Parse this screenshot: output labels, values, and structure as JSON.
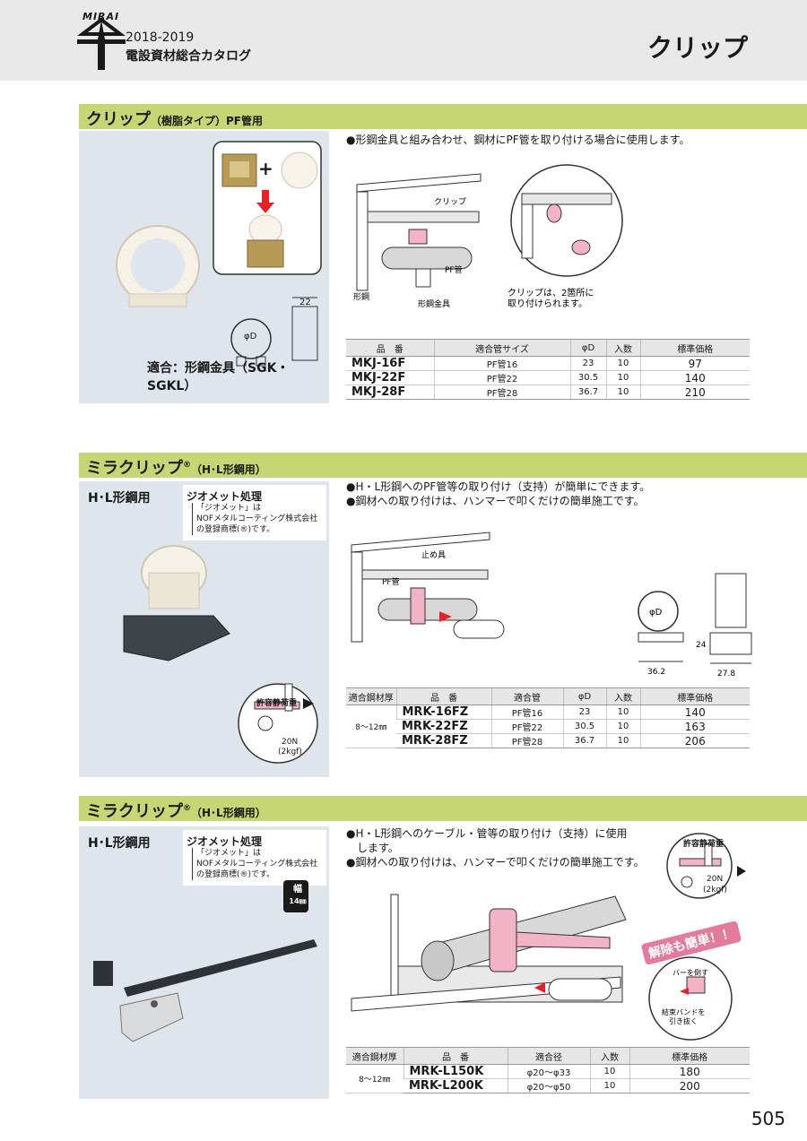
{
  "header": {
    "brand": "MIRAI",
    "year": "2018-2019",
    "catalog": "電設資材総合カタログ",
    "page_title": "クリップ"
  },
  "section1": {
    "title": "クリップ",
    "subtitle": "（樹脂タイプ）",
    "title_suffix": "PF管用",
    "bullet": "●形鋼金具と組み合わせ、鋼材にPF管を取り付ける場合に使用します。",
    "fit_note": "適合：形鋼金具（SGK・SGKL）",
    "diagram": {
      "label_clip": "クリップ",
      "label_pf": "PF管",
      "label_steel": "形鋼",
      "label_fitting": "形鋼金具",
      "note_line1": "クリップは、2箇所に",
      "note_line2": "取り付けられます。",
      "dim_22": "22",
      "phi_d": "φD",
      "plus": "+"
    },
    "table": {
      "headers": [
        "品　番",
        "適合管サイズ",
        "φD",
        "入数",
        "標準価格"
      ],
      "rows": [
        [
          "MKJ-16F",
          "PF管16",
          "23",
          "10",
          "97"
        ],
        [
          "MKJ-22F",
          "PF管22",
          "30.5",
          "10",
          "140"
        ],
        [
          "MKJ-28F",
          "PF管28",
          "36.7",
          "10",
          "210"
        ]
      ]
    }
  },
  "section2": {
    "title": "ミラクリップ",
    "reg": "®",
    "subtitle": "（H･L形鋼用）",
    "hl_label": "H･L形鋼用",
    "geo_title": "ジオメット処理",
    "geo_note_1": "「ジオメット」は",
    "geo_note_2": "NOFメタルコーティング株式会社",
    "geo_note_3": "の登録商標(®)です。",
    "bullet1": "●H・L形鋼へのPF管等の取り付け（支持）が簡単にできます。",
    "bullet2": "●鋼材への取り付けは、ハンマーで叩くだけの簡単施工です。",
    "load_title": "許容静荷重",
    "load_value": "20N",
    "load_kgf": "(2kgf)",
    "diagram": {
      "label_stopper": "止め具",
      "label_pf": "PF管",
      "phi_d": "φD",
      "dim_24": "24",
      "dim_36": "36.2",
      "dim_27": "27.8"
    },
    "table": {
      "headers": [
        "適合鋼材厚",
        "品　番",
        "適合管",
        "φD",
        "入数",
        "標準価格"
      ],
      "thickness": "8～12㎜",
      "rows": [
        [
          "MRK-16FZ",
          "PF管16",
          "23",
          "10",
          "140"
        ],
        [
          "MRK-22FZ",
          "PF管22",
          "30.5",
          "10",
          "163"
        ],
        [
          "MRK-28FZ",
          "PF管28",
          "36.7",
          "10",
          "206"
        ]
      ]
    }
  },
  "section3": {
    "title": "ミラクリップ",
    "reg": "®",
    "subtitle": "（H･L形鋼用）",
    "hl_label": "H･L形鋼用",
    "geo_title": "ジオメット処理",
    "geo_note_1": "「ジオメット」は",
    "geo_note_2": "NOFメタルコーティング株式会社",
    "geo_note_3": "の登録商標(®)です。",
    "width_label": "幅",
    "width_value": "14㎜",
    "bullet1a": "●H・L形鋼へのケーブル・管等の取り付け（支持）に使用",
    "bullet1b": "　します。",
    "bullet2": "●鋼材への取り付けは、ハンマーで叩くだけの簡単施工です。",
    "load_title": "許容静荷重",
    "load_value": "20N",
    "load_kgf": "(2kgf)",
    "release_badge": "解除も簡単！！",
    "release_step1": "バーを倒す",
    "release_step2a": "結束バンドを",
    "release_step2b": "引き抜く",
    "table": {
      "headers": [
        "適合鋼材厚",
        "品　番",
        "適合径",
        "入数",
        "標準価格"
      ],
      "thickness": "8～12㎜",
      "rows": [
        [
          "MRK-L150K",
          "φ20～φ33",
          "10",
          "180"
        ],
        [
          "MRK-L200K",
          "φ20～φ50",
          "10",
          "200"
        ]
      ]
    }
  },
  "page_number": "505",
  "colors": {
    "section_bar": "#c7d675",
    "header_bg": "#e8e8e8",
    "panel_bg": "#dfe5ec",
    "accent_red": "#e0242a",
    "clip_pink": "#f2b3c6"
  }
}
